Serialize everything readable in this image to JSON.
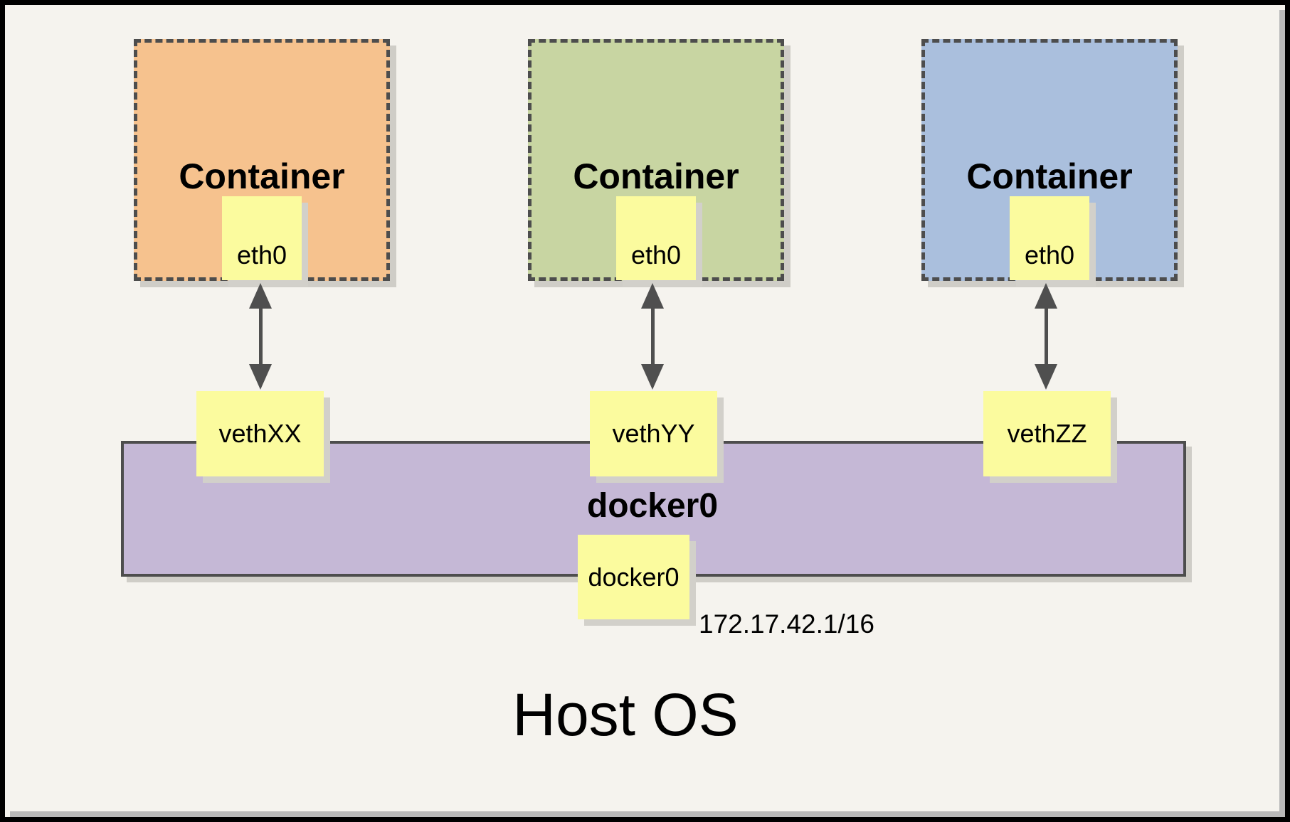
{
  "containers": [
    {
      "name": "Container",
      "interface": "eth0",
      "veth": "vethXX"
    },
    {
      "name": "Container",
      "interface": "eth0",
      "veth": "vethYY"
    },
    {
      "name": "Container",
      "interface": "eth0",
      "veth": "vethZZ"
    }
  ],
  "bridge": {
    "name": "docker0",
    "interface": "docker0",
    "ip": "172.17.42.1/16"
  },
  "host": {
    "name": "Host OS"
  },
  "colors": {
    "container_1_fill": "#f6c28e",
    "container_2_fill": "#c8d5a2",
    "container_3_fill": "#aabfdd",
    "bridge_fill": "#c5b8d6",
    "interface_box_fill": "#fbfb9e",
    "page_background": "#f5f3ee",
    "dashed_border": "#4d4d4d",
    "arrow": "#4f4f4f"
  }
}
